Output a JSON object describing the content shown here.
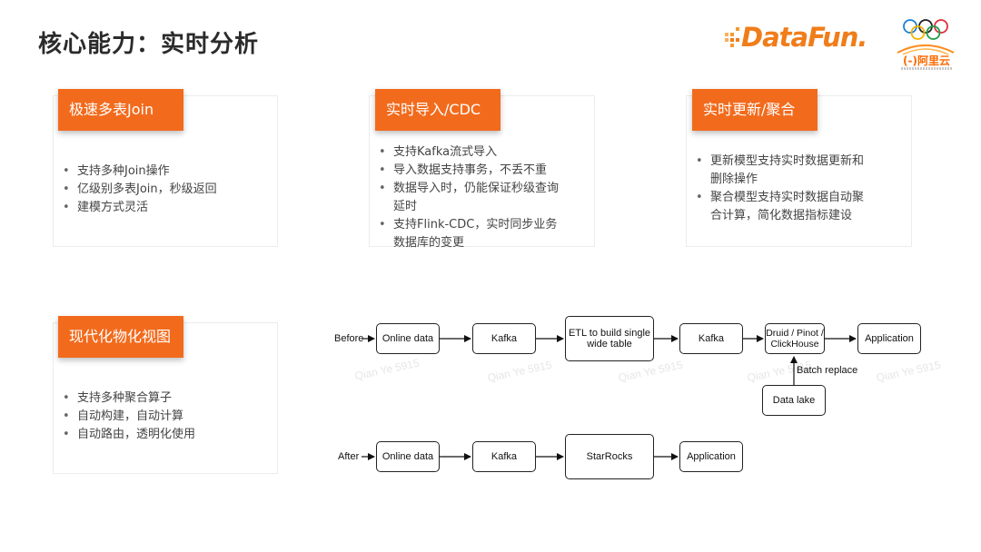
{
  "slide": {
    "title": "核心能力：实时分析"
  },
  "logos": {
    "datafun": {
      "text": "DataFun",
      "dot": "."
    },
    "aliyun": {
      "text": "(-)阿里云"
    }
  },
  "cards": [
    {
      "tag": "极速多表Join",
      "items": [
        "支持多种Join操作",
        "亿级别多表Join，秒级返回",
        "建模方式灵活"
      ]
    },
    {
      "tag": "实时导入/CDC",
      "items": [
        "支持Kafka流式导入",
        "导入数据支持事务，不丢不重",
        "数据导入时，仍能保证秒级查询",
        "延时",
        "支持Flink-CDC，实时同步业务",
        "数据库的变更"
      ]
    },
    {
      "tag": "实时更新/聚合",
      "items": [
        "更新模型支持实时数据更新和",
        "删除操作",
        "聚合模型支持实时数据自动聚",
        "合计算，简化数据指标建设"
      ]
    },
    {
      "tag": "现代化物化视图",
      "items": [
        "支持多种聚合算子",
        "自动构建，自动计算",
        "自动路由，透明化使用"
      ]
    }
  ],
  "diagram": {
    "before": {
      "label": "Before",
      "nodes": [
        "Online data",
        "Kafka",
        "ETL to build single",
        "wide table",
        "Kafka",
        "Druid / Pinot /",
        "ClickHouse",
        "Application"
      ],
      "side_node": "Data lake",
      "side_edge": "Batch replace"
    },
    "after": {
      "label": "After",
      "nodes": [
        "Online data",
        "Kafka",
        "StarRocks",
        "Application"
      ]
    },
    "watermark": "Qian Ye 5915"
  },
  "colors": {
    "accent": "#f26b1d",
    "title": "#2b2b2b"
  }
}
